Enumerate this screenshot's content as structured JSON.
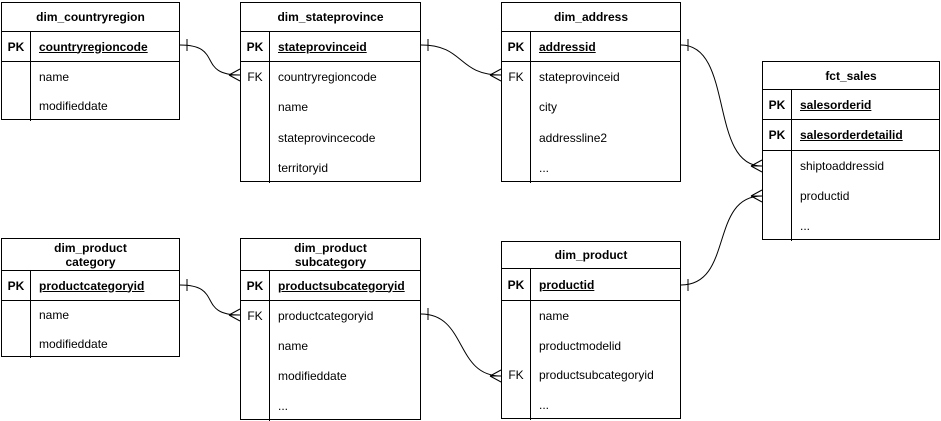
{
  "diagram": {
    "type": "entity-relationship",
    "background_color": "#ffffff",
    "line_color": "#000000",
    "text_color": "#000000"
  },
  "tables": [
    {
      "id": "dim_countryregion",
      "title": "dim_countryregion",
      "keys": [
        {
          "badge": "PK",
          "name": "countryregioncode"
        }
      ],
      "attributes": [
        {
          "badge": "",
          "name": "name"
        },
        {
          "badge": "",
          "name": "modifieddate"
        }
      ]
    },
    {
      "id": "dim_stateprovince",
      "title": "dim_stateprovince",
      "keys": [
        {
          "badge": "PK",
          "name": "stateprovinceid"
        }
      ],
      "attributes": [
        {
          "badge": "FK",
          "name": "countryregioncode"
        },
        {
          "badge": "",
          "name": "name"
        },
        {
          "badge": "",
          "name": "stateprovincecode"
        },
        {
          "badge": "",
          "name": "territoryid"
        }
      ]
    },
    {
      "id": "dim_address",
      "title": "dim_address",
      "keys": [
        {
          "badge": "PK",
          "name": "addressid"
        }
      ],
      "attributes": [
        {
          "badge": "FK",
          "name": "stateprovinceid"
        },
        {
          "badge": "",
          "name": "city"
        },
        {
          "badge": "",
          "name": "addressline2"
        },
        {
          "badge": "",
          "name": "..."
        }
      ]
    },
    {
      "id": "fct_sales",
      "title": "fct_sales",
      "keys": [
        {
          "badge": "PK",
          "name": "salesorderid"
        },
        {
          "badge": "PK",
          "name": "salesorderdetailid"
        }
      ],
      "attributes": [
        {
          "badge": "",
          "name": "shiptoaddressid"
        },
        {
          "badge": "",
          "name": "productid"
        },
        {
          "badge": "",
          "name": "..."
        }
      ]
    },
    {
      "id": "dim_productcategory",
      "title": "dim_product\ncategory",
      "keys": [
        {
          "badge": "PK",
          "name": "productcategoryid"
        }
      ],
      "attributes": [
        {
          "badge": "",
          "name": "name"
        },
        {
          "badge": "",
          "name": "modifieddate"
        }
      ]
    },
    {
      "id": "dim_productsubcategory",
      "title": "dim_product\nsubcategory",
      "keys": [
        {
          "badge": "PK",
          "name": "productsubcategoryid"
        }
      ],
      "attributes": [
        {
          "badge": "FK",
          "name": "productcategoryid"
        },
        {
          "badge": "",
          "name": "name"
        },
        {
          "badge": "",
          "name": "modifieddate"
        },
        {
          "badge": "",
          "name": "..."
        }
      ]
    },
    {
      "id": "dim_product",
      "title": "dim_product",
      "keys": [
        {
          "badge": "PK",
          "name": "productid"
        }
      ],
      "attributes": [
        {
          "badge": "",
          "name": "name"
        },
        {
          "badge": "",
          "name": "productmodelid"
        },
        {
          "badge": "FK",
          "name": "productsubcategoryid"
        },
        {
          "badge": "",
          "name": "..."
        }
      ]
    }
  ],
  "relationships": [
    {
      "from": "dim_countryregion.countryregioncode",
      "to": "dim_stateprovince.countryregioncode",
      "cardinality": "one-to-many"
    },
    {
      "from": "dim_stateprovince.stateprovinceid",
      "to": "dim_address.stateprovinceid",
      "cardinality": "one-to-many"
    },
    {
      "from": "dim_address.addressid",
      "to": "fct_sales.shiptoaddressid",
      "cardinality": "one-to-many"
    },
    {
      "from": "dim_product.productid",
      "to": "fct_sales.productid",
      "cardinality": "one-to-many"
    },
    {
      "from": "dim_productcategory.productcategoryid",
      "to": "dim_productsubcategory.productcategoryid",
      "cardinality": "one-to-many"
    },
    {
      "from": "dim_productsubcategory.productsubcategoryid",
      "to": "dim_product.productsubcategoryid",
      "cardinality": "one-to-many"
    }
  ]
}
